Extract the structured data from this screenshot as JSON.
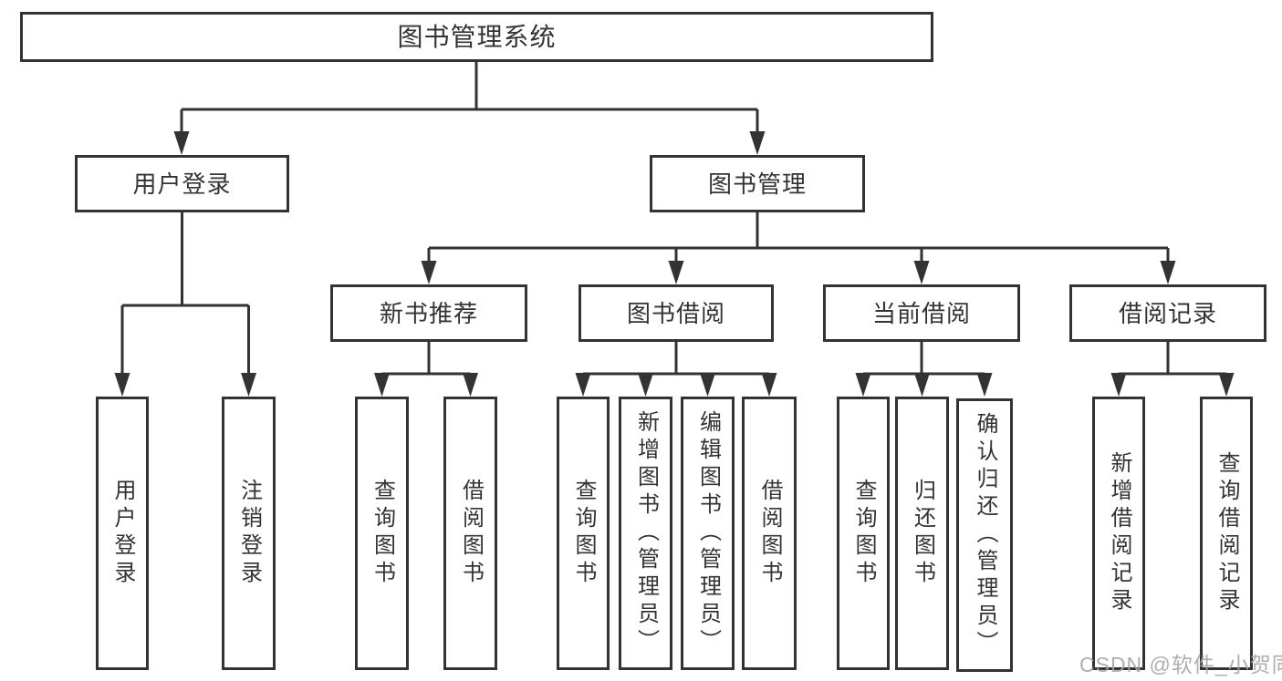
{
  "diagram": {
    "root": "图书管理系统",
    "branches": [
      {
        "label": "用户登录",
        "children": [
          "用户登录",
          "注销登录"
        ]
      },
      {
        "label": "图书管理",
        "sections": [
          {
            "label": "新书推荐",
            "children": [
              "查询图书",
              "借阅图书"
            ]
          },
          {
            "label": "图书借阅",
            "children": [
              "查询图书",
              "新增图书（管理员）",
              "编辑图书（管理员）",
              "借阅图书"
            ]
          },
          {
            "label": "当前借阅",
            "children": [
              "查询图书",
              "归还图书",
              "确认归还（管理员）"
            ]
          },
          {
            "label": "借阅记录",
            "children": [
              "新增借阅记录",
              "查询借阅记录"
            ]
          }
        ]
      }
    ],
    "watermark": "CSDN @软件_小贺同学",
    "colors": {
      "line": "#333333",
      "box_border": "#333333",
      "text": "#333333",
      "watermark": "#a5a5a5",
      "background": "#ffffff"
    }
  }
}
